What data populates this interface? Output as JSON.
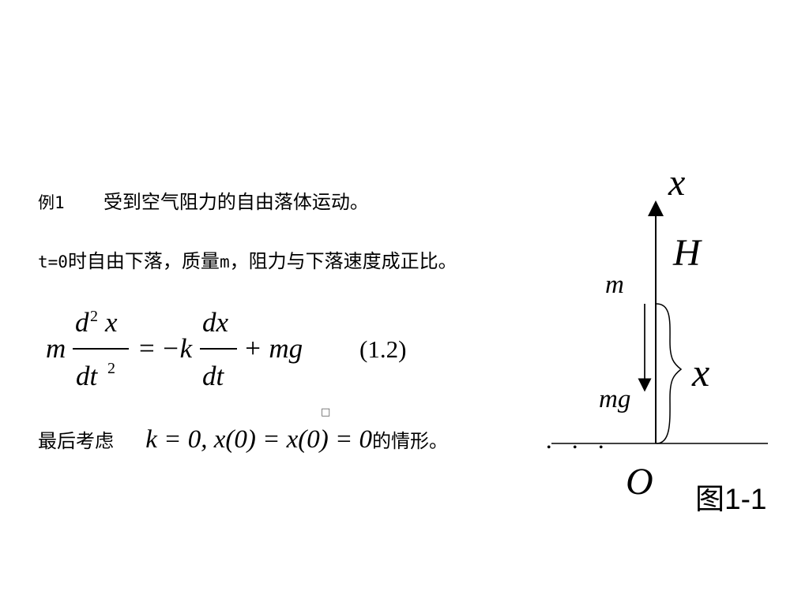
{
  "slide": {
    "example_label": "例1",
    "example_text": "受到空气阻力的自由落体运动。",
    "condition_prefix": "t=0",
    "condition_mid": "时自由下落，质量",
    "condition_mass_symbol": "m",
    "condition_suffix": "，阻力与下落速度成正比。",
    "equation": {
      "m_left": "m",
      "d_numer": "d",
      "sup_2_numer": "2",
      "x_numer": "x",
      "dt_denom": "dt",
      "sup_2_denom": "2",
      "equals": "=",
      "minus_k": "−k",
      "dx": "dx",
      "dt": "dt",
      "plus_mg": "+ mg",
      "number": "(1.2)"
    },
    "consider_prefix": "最后考虑",
    "consider_expression": "k = 0, x(0) = x(0) = 0",
    "consider_suffix": "的情形。",
    "small_symbol": "□",
    "dots": "．．．"
  },
  "diagram": {
    "axis_label_x": "x",
    "label_H": "H",
    "label_m": "m",
    "label_mg": "mg",
    "label_brace_x": "x",
    "label_O": "O",
    "caption": "图1-1"
  }
}
